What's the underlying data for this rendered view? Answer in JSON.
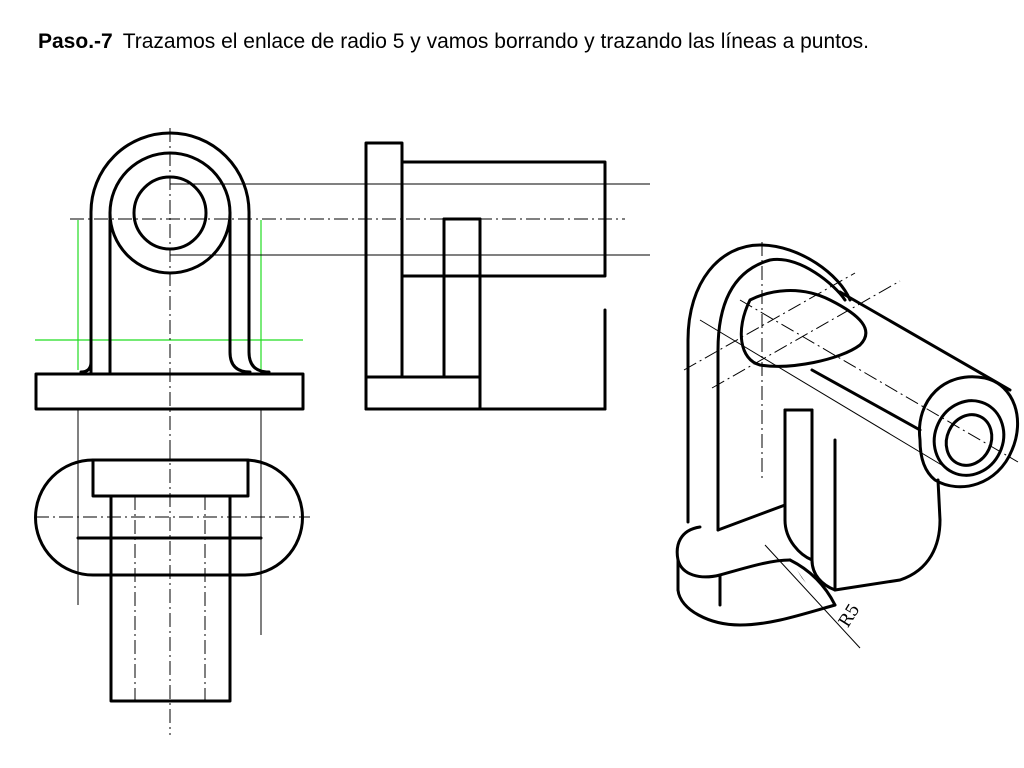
{
  "heading": {
    "step": "Paso.-7",
    "text": "Trazamos el enlace de radio 5 y vamos borrando y trazando las líneas a puntos."
  },
  "dimension": {
    "radius_label": "R5"
  },
  "colors": {
    "line": "#000000",
    "construction": "#22dd22",
    "background": "#ffffff"
  }
}
